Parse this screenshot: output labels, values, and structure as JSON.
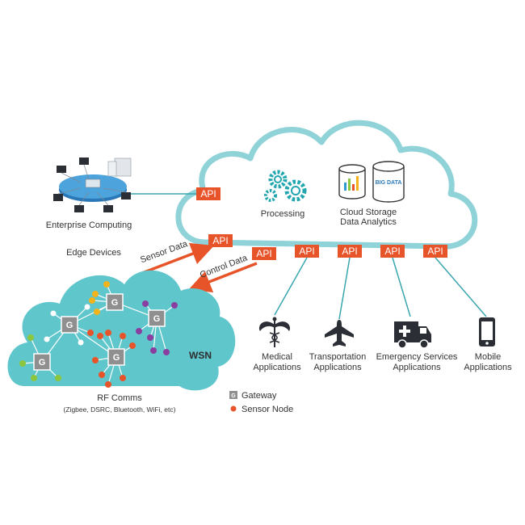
{
  "api_label": "API",
  "labels": {
    "enterprise": "Enterprise Computing",
    "edge": "Edge Devices",
    "processing": "Processing",
    "cloud_storage": "Cloud Storage",
    "data_analytics": "Data Analytics",
    "sensor_data": "Sensor Data",
    "control_data": "Control Data",
    "wsn": "WSN",
    "rf_comms": "RF Comms",
    "rf_protocols": "(Zigbee, DSRC, Bluetooth, WiFi, etc)",
    "gateway_legend": "Gateway",
    "sensor_legend": "Sensor Node",
    "gateway_letter": "G",
    "big_data": "BIG DATA"
  },
  "applications": [
    {
      "line1": "Medical",
      "line2": "Applications",
      "icon": "caduceus-icon"
    },
    {
      "line1": "Transportation",
      "line2": "Applications",
      "icon": "airplane-icon"
    },
    {
      "line1": "Emergency Services",
      "line2": "Applications",
      "icon": "ambulance-icon"
    },
    {
      "line1": "Mobile",
      "line2": "Applications",
      "icon": "mobile-phone-icon"
    }
  ],
  "colors": {
    "cloud_outline": "#8fd3d8",
    "wsn_cloud": "#5fc6cc",
    "api": "#e8542a",
    "sensor_orange": "#e8542a",
    "sensor_yellow": "#f2b31b",
    "sensor_purple": "#8a3fa0",
    "sensor_green": "#8cc63f"
  }
}
